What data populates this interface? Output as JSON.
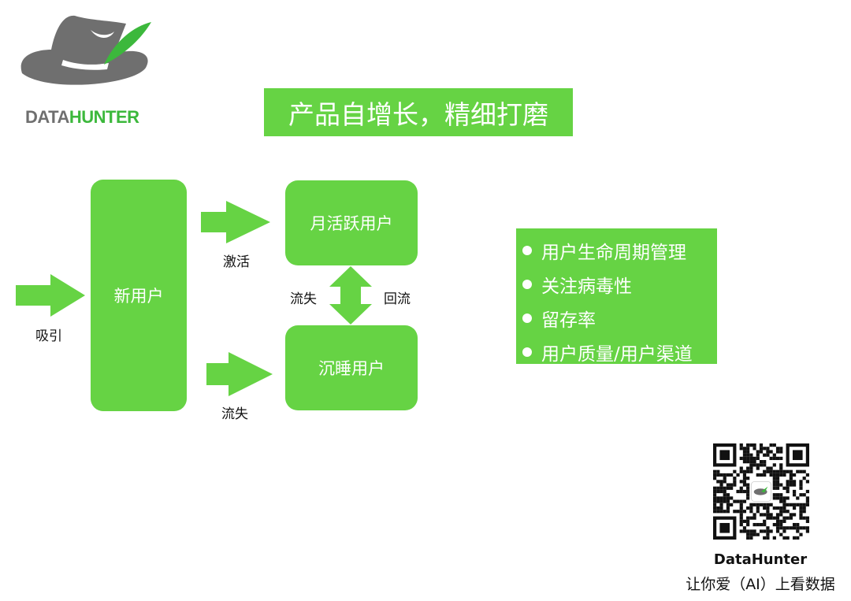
{
  "logo": {
    "text_a": "DATA",
    "text_b": "HUNTER",
    "colors": {
      "gray": "#6f6f6f",
      "green": "#3cb83c"
    }
  },
  "title": "产品自增长，精细打磨",
  "nodes": {
    "new_user": "新用户",
    "mau": "月活跃用户",
    "dormant": "沉睡用户"
  },
  "labels": {
    "attract": "吸引",
    "activate": "激活",
    "churn_lower": "流失",
    "churn_mid": "流失",
    "return": "回流"
  },
  "list": [
    "用户生命周期管理",
    "关注病毒性",
    "留存率",
    "用户质量/用户渠道"
  ],
  "footer": {
    "brand": "DataHunter",
    "slogan": "让你爱（AI）上看数据"
  },
  "colors": {
    "accent": "#66d344"
  }
}
